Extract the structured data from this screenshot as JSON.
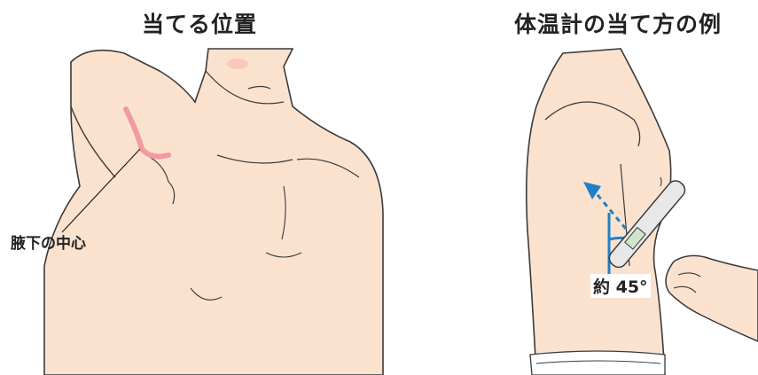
{
  "left": {
    "title": "当てる位置",
    "label": "腋下の中心"
  },
  "right": {
    "title": "体温計の当て方の例",
    "angle_label": "約 45°"
  },
  "colors": {
    "skin": "#fbe2cf",
    "outline": "#3a3a3a",
    "highlight": "#f19aa4",
    "arrow": "#1f7fc9",
    "thermometer": "#e8e8e8"
  }
}
